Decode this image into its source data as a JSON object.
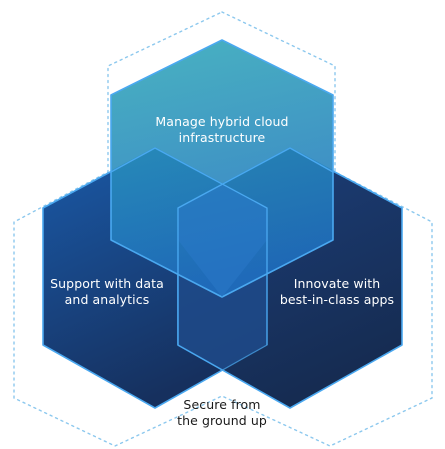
{
  "diagram": {
    "labels": {
      "top": "Manage hybrid cloud\ninfrastructure",
      "left": "Support with data\nand analytics",
      "right": "Innovate with\nbest-in-class apps",
      "bottom": "Secure from\nthe ground up"
    },
    "colors": {
      "outline_dots": "#8cc8ee",
      "hex_stroke": "#4aa8f0",
      "top_fill_start": "#2fa8b8",
      "top_fill_end": "#1f6fc0",
      "left_fill_start": "#1a5aa8",
      "left_fill_end": "#16305e",
      "right_fill_start": "#1c3e78",
      "right_fill_end": "#152a4e",
      "center_fill": "#2a78c8",
      "bottom_text": "#1a1a1a"
    }
  }
}
